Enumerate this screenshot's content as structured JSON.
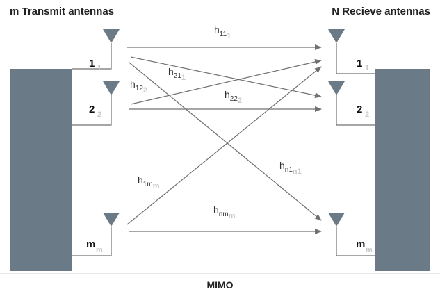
{
  "transmitter": {
    "title": "m Transmit antennas",
    "antennas": [
      {
        "label": "1",
        "ghost": "1"
      },
      {
        "label": "2",
        "ghost": "2"
      },
      {
        "label": "m",
        "ghost": "m"
      }
    ]
  },
  "receiver": {
    "title": "N Recieve antennas",
    "antennas": [
      {
        "label": "1",
        "ghost": "1"
      },
      {
        "label": "2",
        "ghost": "2"
      },
      {
        "label": "m",
        "ghost": "m"
      }
    ]
  },
  "channels": [
    {
      "base": "h",
      "sub": "11",
      "ghost": "1",
      "from": "tx1",
      "to": "rx1"
    },
    {
      "base": "h",
      "sub": "21",
      "ghost": "1",
      "from": "tx1",
      "to": "rx2"
    },
    {
      "base": "h",
      "sub": "12",
      "ghost": "2",
      "from": "tx2",
      "to": "rx1"
    },
    {
      "base": "h",
      "sub": "22",
      "ghost": "2",
      "from": "tx2",
      "to": "rx2"
    },
    {
      "base": "h",
      "sub": "n1",
      "ghost": "n1",
      "from": "tx1",
      "to": "rxm"
    },
    {
      "base": "h",
      "sub": "1m",
      "ghost": "m",
      "from": "txm",
      "to": "rx1"
    },
    {
      "base": "h",
      "sub": "nm",
      "ghost": "m",
      "from": "txm",
      "to": "rxm"
    }
  ],
  "footer": "MIMO",
  "colors": {
    "block": "#6b7a87",
    "antenna": "#6b7a87",
    "line": "#707070",
    "arrow": "#707070"
  }
}
